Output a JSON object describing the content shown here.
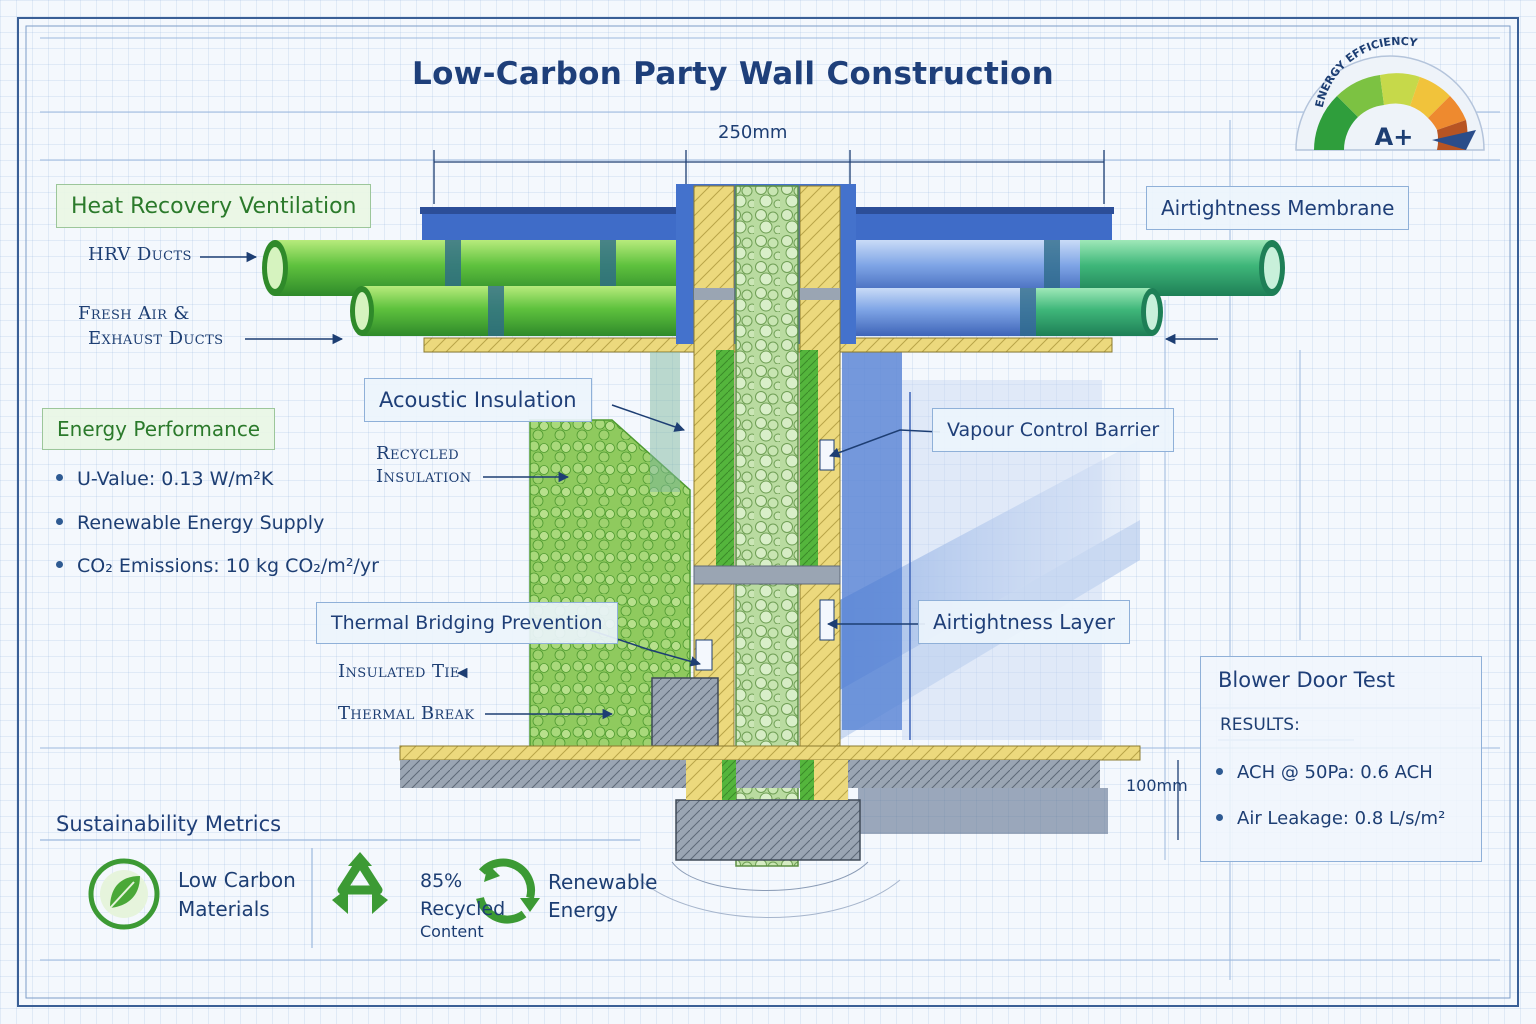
{
  "title": "Low-Carbon Party Wall Construction",
  "dimensions": {
    "top": "250mm",
    "side": "100mm"
  },
  "badge": {
    "arc_text": "ENERGY EFFICIENCY",
    "rating": "A+"
  },
  "left_panel": {
    "hrv_heading": "Heat Recovery Ventilation",
    "hrv_ducts": "HRV Ducts",
    "fresh_air_line1": "Fresh Air &",
    "fresh_air_line2": "Exhaust Ducts"
  },
  "callouts": {
    "acoustic_insulation": "Acoustic Insulation",
    "recycled_line1": "Recycled",
    "recycled_line2": "Insulation",
    "thermal_bridging": "Thermal Bridging Prevention",
    "insulated_tie": "Insulated Tie",
    "thermal_break": "Thermal Break",
    "airtightness_membrane": "Airtightness Membrane",
    "vapour_control": "Vapour Control Barrier",
    "airtightness_layer": "Airtightness Layer"
  },
  "energy_performance": {
    "heading": "Energy Performance",
    "items": [
      "U-Value:  0.13 W/m²K",
      "Renewable Energy Supply",
      "CO₂ Emissions: 10 kg CO₂/m²/yr"
    ]
  },
  "blower_door": {
    "heading": "Blower Door Test",
    "results_label": "RESULTS:",
    "items": [
      "ACH @ 50Pa:  0.6 ACH",
      "Air Leakage:   0.8 L/s/m²"
    ]
  },
  "sustainability": {
    "heading": "Sustainability Metrics",
    "low_carbon_line1": "Low Carbon",
    "low_carbon_line2": "Materials",
    "recycled_pct": "85%",
    "recycled_line1": "Recycled",
    "recycled_line2": "Content",
    "renewable_line1": "Renewable",
    "renewable_line2": "Energy"
  },
  "colors": {
    "ink": "#1d3e73",
    "green_duct": "#4fb83a",
    "blue_duct": "#5a86d6",
    "timber": "#e9d67a",
    "insulation": "#a8cf86",
    "concrete": "#8a96a6"
  }
}
